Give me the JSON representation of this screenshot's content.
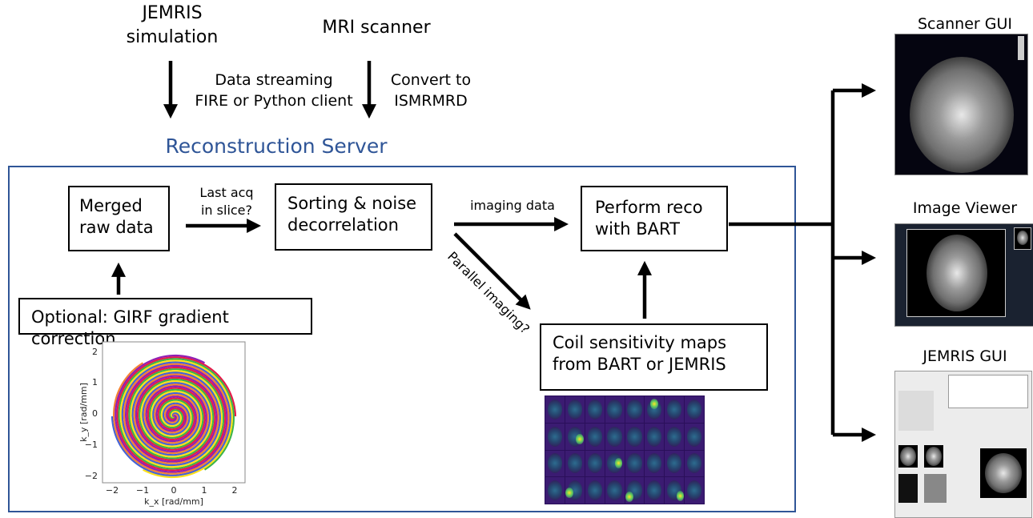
{
  "top": {
    "jemris_sim": [
      "JEMRIS",
      "simulation"
    ],
    "mri_scanner": "MRI scanner",
    "streaming": [
      "Data streaming",
      "FIRE or Python client"
    ],
    "convert": [
      "Convert to",
      "ISMRMRD"
    ],
    "server_title": "Reconstruction Server"
  },
  "server": {
    "merged": [
      "Merged",
      "raw data"
    ],
    "last_acq": [
      "Last acq",
      "in slice?"
    ],
    "sorting": [
      "Sorting & noise",
      "decorrelation"
    ],
    "imaging_data": "imaging data",
    "perform": [
      "Perform reco",
      "with BART"
    ],
    "parallel": "Parallel imaging?",
    "girf": "Optional: GIRF gradient correction",
    "coil": [
      "Coil sensitivity maps",
      "from BART or JEMRIS"
    ]
  },
  "outputs": {
    "scanner_gui": "Scanner GUI",
    "image_viewer": "Image Viewer",
    "jemris_gui": "JEMRIS GUI"
  },
  "spiral_plot": {
    "ylabel": "k_y [rad/mm]",
    "xlabel": "k_x [rad/mm]",
    "xticks": [
      "−2",
      "−1",
      "0",
      "1",
      "2"
    ],
    "yticks": [
      "2",
      "1",
      "0",
      "−1",
      "−2"
    ]
  },
  "colors": {
    "server_title": "#2f5597",
    "server_border": "#2f5597"
  }
}
